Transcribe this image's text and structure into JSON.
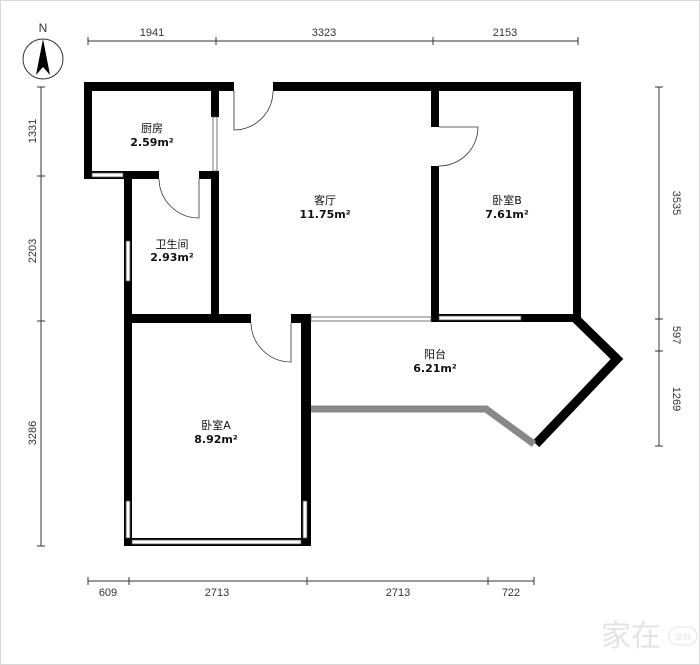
{
  "compass": {
    "label": "N"
  },
  "dimensions": {
    "top": [
      "1941",
      "3323",
      "2153"
    ],
    "left": [
      "1331",
      "2203",
      "3286"
    ],
    "right": [
      "3535",
      "597",
      "1269"
    ],
    "bottom": [
      "609",
      "2713",
      "2713",
      "722"
    ]
  },
  "rooms": [
    {
      "name": "厨房",
      "area": "2.59m²"
    },
    {
      "name": "卫生间",
      "area": "2.93m²"
    },
    {
      "name": "客厅",
      "area": "11.75m²"
    },
    {
      "name": "卧室B",
      "area": "7.61m²"
    },
    {
      "name": "阳台",
      "area": "6.21m²"
    },
    {
      "name": "卧室A",
      "area": "8.92m²"
    }
  ],
  "watermark": {
    "text": "家在",
    "badge": "深圳"
  }
}
